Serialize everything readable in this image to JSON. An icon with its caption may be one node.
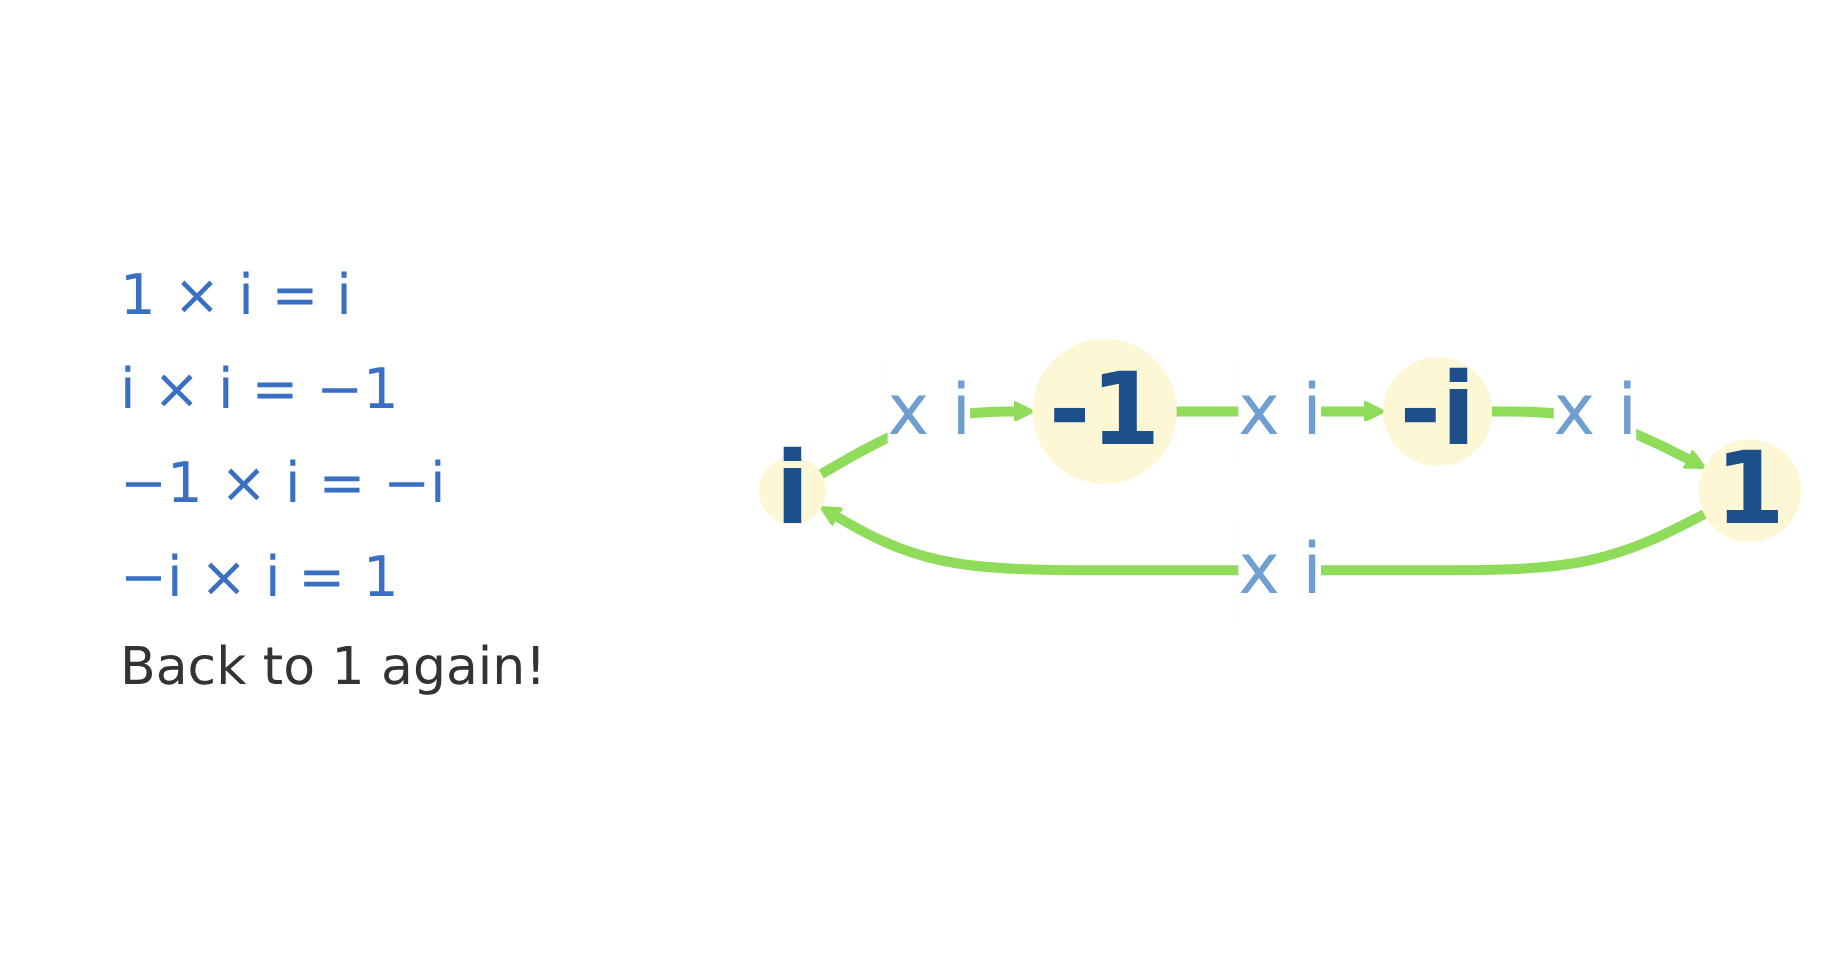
{
  "diagram": {
    "nodes": [
      {
        "text": [
          "i"
        ]
      },
      {
        "text": [
          "-1"
        ]
      },
      {
        "text": [
          "1"
        ]
      },
      {
        "text": [
          "-i"
        ]
      }
    ],
    "edges": [
      {
        "from": 2,
        "to": 0,
        "arrow": "to",
        "label": "x i"
      },
      {
        "from": 0,
        "to": 1,
        "arrow": "to",
        "label": "x i"
      },
      {
        "from": 1,
        "to": 3,
        "arrow": "to",
        "label": "x i"
      },
      {
        "from": 3,
        "to": 2,
        "arrow": "to",
        "label": "x i"
      }
    ],
    "labels": [
      "1 × i = i",
      "i × i = −1",
      "−1 × i = −i",
      "−i × i = 1",
      "Back to 1 again!"
    ]
  }
}
